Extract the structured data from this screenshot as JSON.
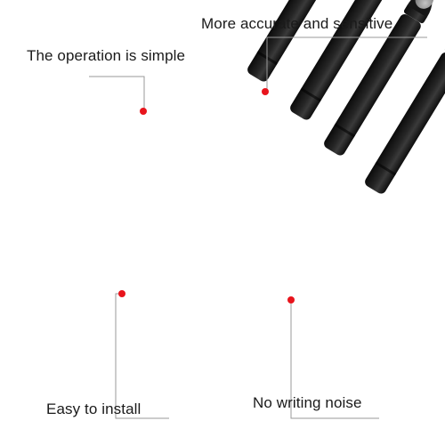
{
  "callouts": {
    "accurate": "More accurate and sensitive",
    "simple": "The operation is simple",
    "install": "Easy to install",
    "noise": "No writing noise"
  },
  "colors": {
    "background": "#ffffff",
    "tip_body": "#1c1c1c",
    "tip_point": "#8e8e8e",
    "marker_dot": "#e8141c",
    "leader_line": "#9a9a9a",
    "text": "#1a1a1a"
  },
  "product": {
    "item_count": 4
  }
}
